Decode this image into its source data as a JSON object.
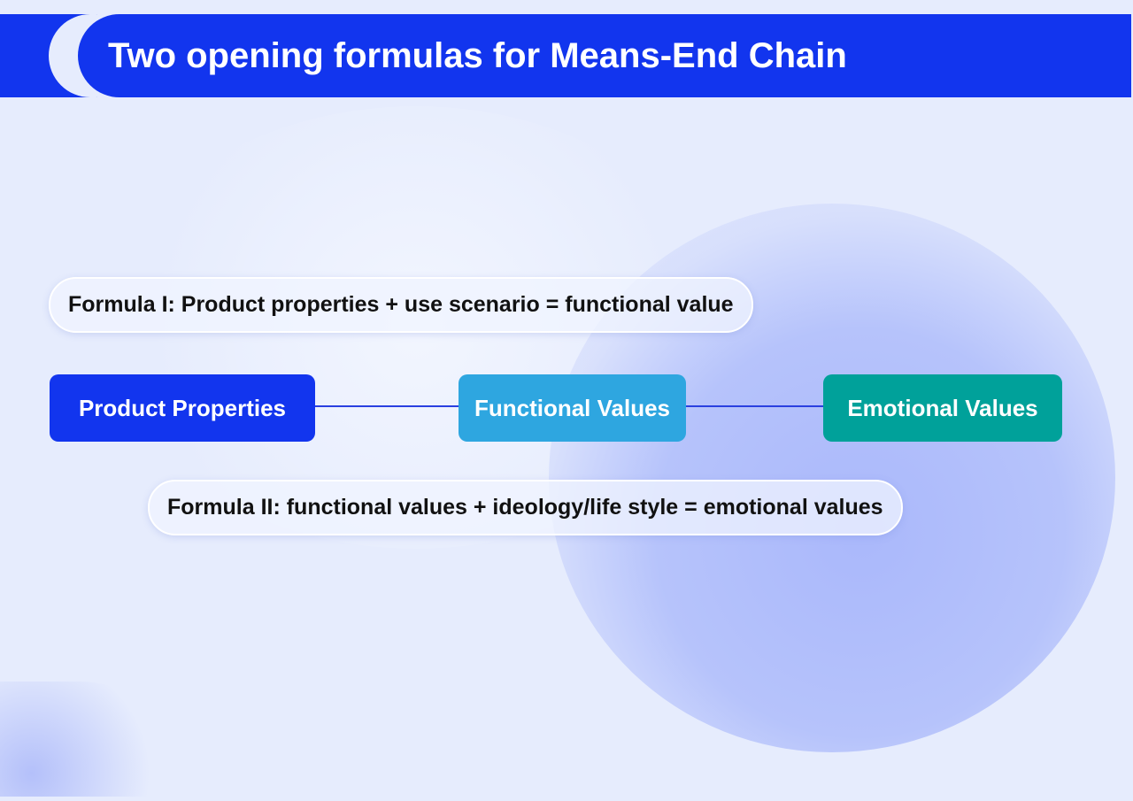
{
  "title": "Two opening formulas for Means-End Chain",
  "formulas": [
    "Formula I: Product properties + use scenario = functional value",
    "Formula II: functional values + ideology/life style = emotional values"
  ],
  "nodes": [
    {
      "label": "Product Properties",
      "color": "#1235ee"
    },
    {
      "label": "Functional Values",
      "color": "#2ea6e0"
    },
    {
      "label": "Emotional Values",
      "color": "#00a19a"
    }
  ],
  "colors": {
    "accent": "#1235ee",
    "background": "#e6ecfd"
  }
}
